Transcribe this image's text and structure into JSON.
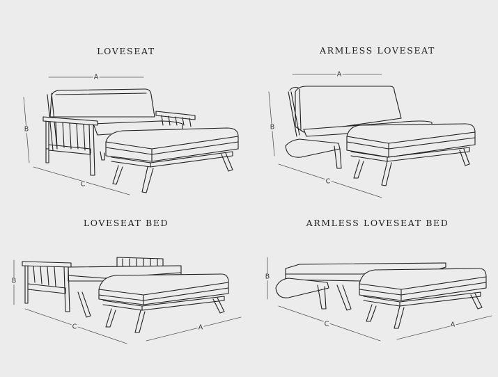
{
  "colors": {
    "background": "#ececec",
    "line": "#1e1e1e",
    "dimension": "#444444"
  },
  "panels": [
    {
      "title": "LOVESEAT",
      "dims": [
        "A",
        "B",
        "C"
      ]
    },
    {
      "title": "ARMLESS LOVESEAT",
      "dims": [
        "A",
        "B",
        "C"
      ]
    },
    {
      "title": "LOVESEAT BED",
      "dims": [
        "B",
        "C",
        "A"
      ]
    },
    {
      "title": "ARMLESS LOVESEAT BED",
      "dims": [
        "B",
        "C",
        "A"
      ]
    }
  ]
}
